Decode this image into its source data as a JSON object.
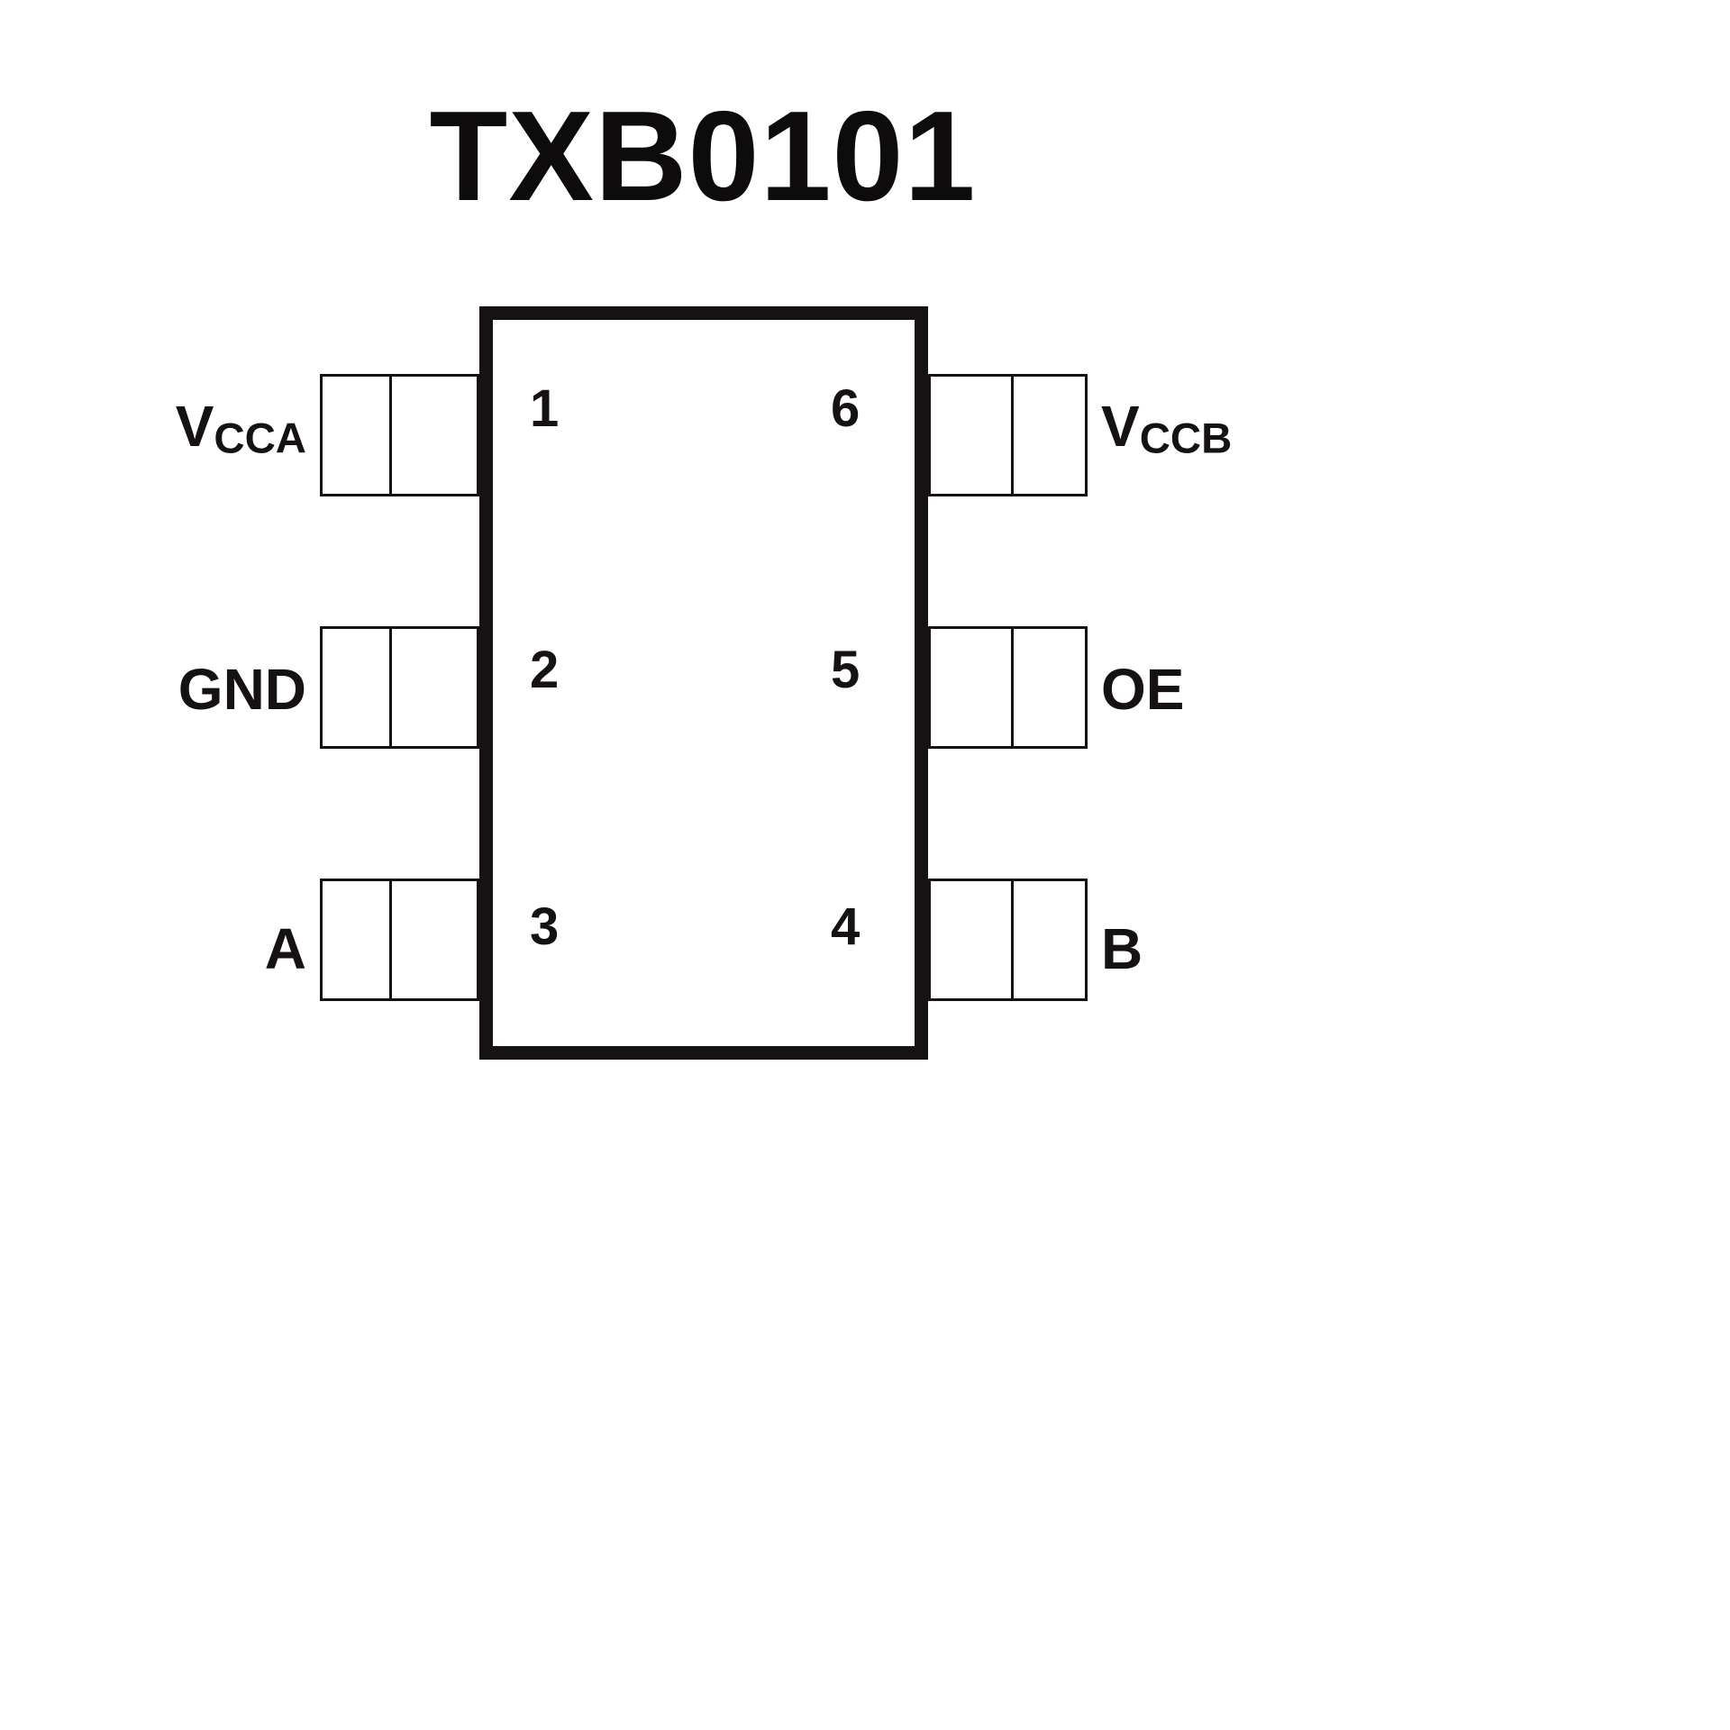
{
  "title": "TXB0101",
  "colors": {
    "line": "#161213",
    "background": "#ffffff"
  },
  "pins": {
    "left": [
      {
        "number": "1",
        "main": "V",
        "sub": "CCA"
      },
      {
        "number": "2",
        "main": "GND",
        "sub": ""
      },
      {
        "number": "3",
        "main": "A",
        "sub": ""
      }
    ],
    "right": [
      {
        "number": "6",
        "main": "V",
        "sub": "CCB"
      },
      {
        "number": "5",
        "main": "OE",
        "sub": ""
      },
      {
        "number": "4",
        "main": "B",
        "sub": ""
      }
    ]
  }
}
